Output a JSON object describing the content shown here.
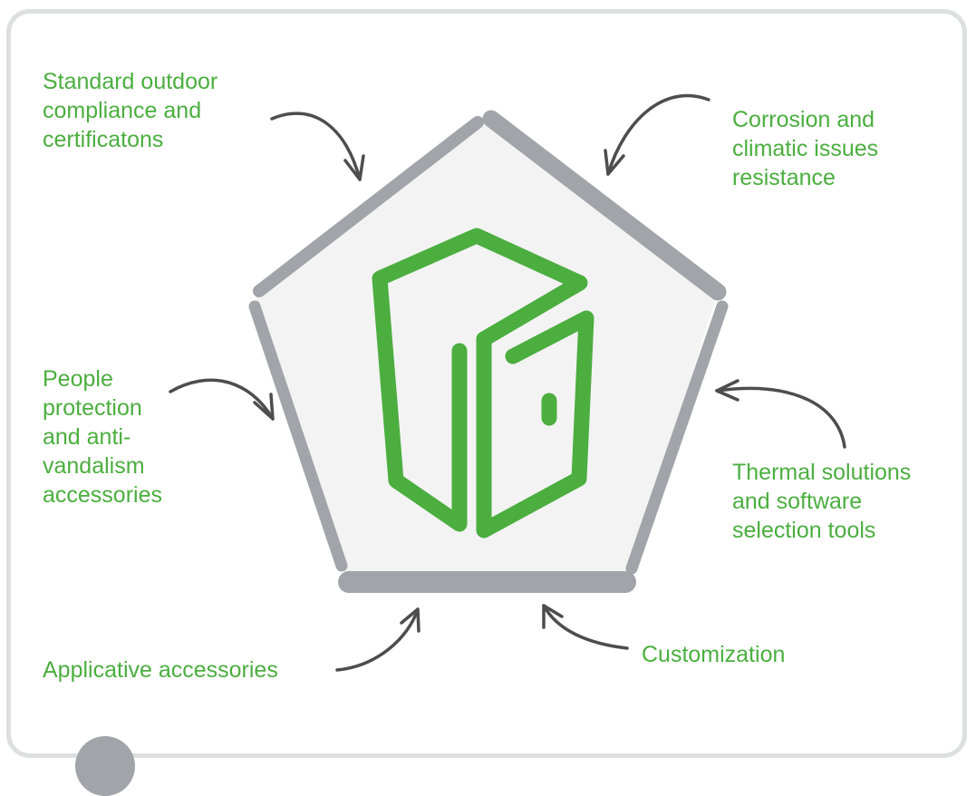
{
  "diagram": {
    "center_icon": "enclosure-cabinet-icon",
    "colors": {
      "accent_green": "#4bae3f",
      "pentagon_stroke": "#a1a4a8",
      "pentagon_fill": "#f3f3f3",
      "arrow": "#4d4d4d",
      "card_border": "#dedfe0"
    },
    "labels": {
      "standard": "Standard outdoor\ncompliance and\ncertificatons",
      "corrosion": "Corrosion and\nclimatic issues\nresistance",
      "people": "People\nprotection\nand anti-\nvandalism\naccessories",
      "thermal": "Thermal solutions\nand software\nselection tools",
      "applicative": "Applicative accessories",
      "customization": "Customization"
    }
  }
}
